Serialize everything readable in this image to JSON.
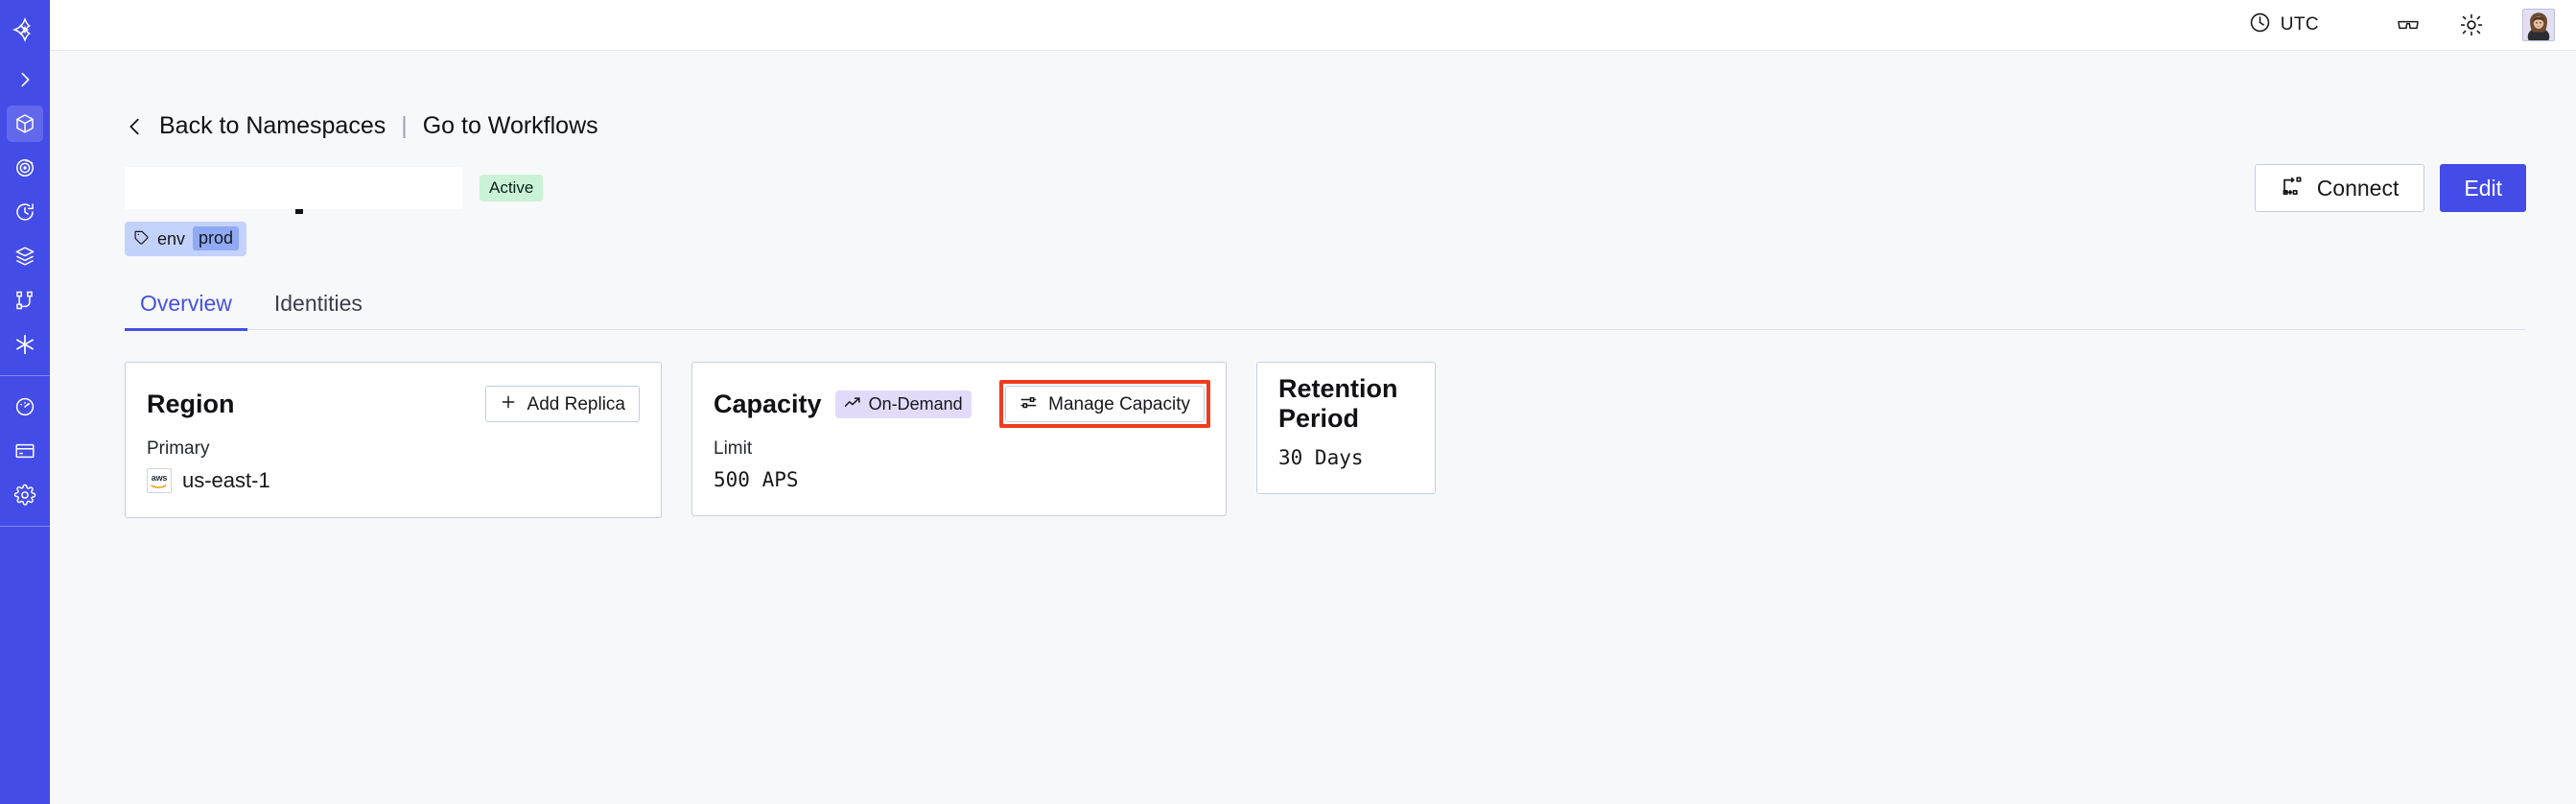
{
  "sidebar": {
    "items": [
      {
        "name": "temporal-logo",
        "icon": "temporal-logo-icon"
      },
      {
        "name": "expand-nav",
        "icon": "chevron-right-icon"
      },
      {
        "name": "namespaces",
        "icon": "cube-icon",
        "active": true
      },
      {
        "name": "observability",
        "icon": "eye-spiral-icon"
      },
      {
        "name": "history",
        "icon": "clock-rewind-icon"
      },
      {
        "name": "layers",
        "icon": "layers-icon"
      },
      {
        "name": "workflows",
        "icon": "branch-nodes-icon"
      },
      {
        "name": "integrations",
        "icon": "asterisk-icon"
      },
      {
        "name": "usage",
        "icon": "gauge-icon"
      },
      {
        "name": "billing",
        "icon": "credit-card-icon"
      },
      {
        "name": "settings",
        "icon": "gear-icon"
      }
    ]
  },
  "topbar": {
    "timezone_label": "UTC",
    "timezone_icon": "clock-icon",
    "glasses_icon": "glasses-icon",
    "theme_icon": "sun-icon",
    "avatar_name": "user-avatar"
  },
  "breadcrumb": {
    "back_icon": "chevron-left-icon",
    "back_label": "Back to Namespaces",
    "separator": "|",
    "forward_label": "Go to Workflows"
  },
  "namespace": {
    "title": "",
    "title_redacted": true,
    "status": "Active",
    "tag": {
      "icon": "tag-icon",
      "key": "env",
      "value": "prod"
    }
  },
  "header_actions": {
    "connect_label": "Connect",
    "connect_icon": "connect-flow-icon",
    "edit_label": "Edit"
  },
  "tabs": [
    {
      "label": "Overview",
      "active": true
    },
    {
      "label": "Identities",
      "active": false
    }
  ],
  "cards": {
    "region": {
      "title": "Region",
      "action_label": "Add Replica",
      "action_icon": "plus-icon",
      "label": "Primary",
      "provider_icon": "aws-logo-icon",
      "provider_text": "aws",
      "value": "us-east-1"
    },
    "capacity": {
      "title": "Capacity",
      "badge_label": "On-Demand",
      "badge_icon": "trending-up-icon",
      "action_label": "Manage Capacity",
      "action_icon": "sliders-icon",
      "label": "Limit",
      "value": "500 APS",
      "highlight_color": "#f03c1e"
    },
    "retention": {
      "title": "Retention Period",
      "value": "30 Days"
    }
  }
}
